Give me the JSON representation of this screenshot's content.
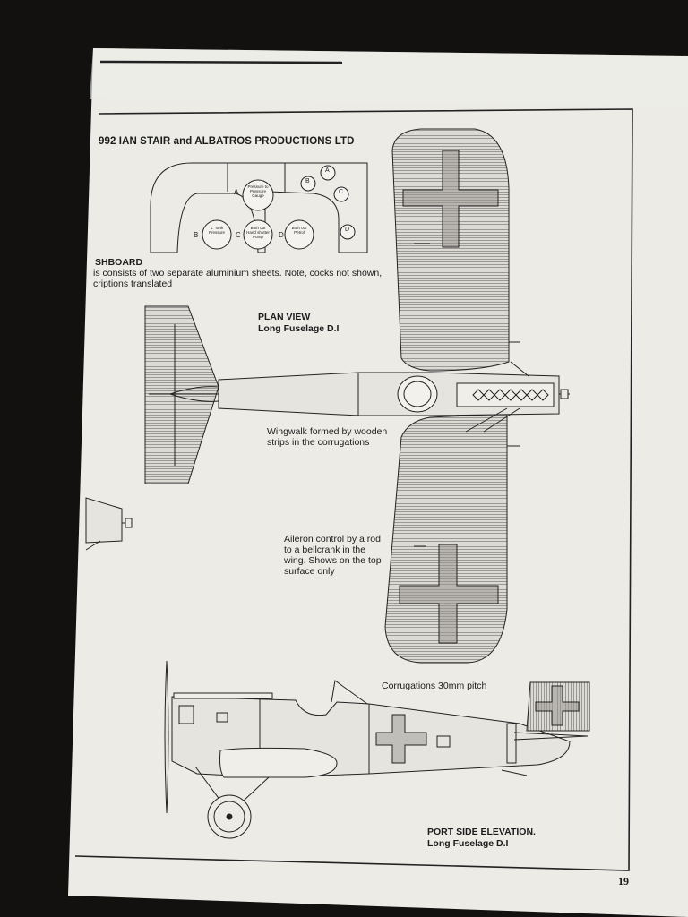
{
  "header": {
    "copyright": "992 IAN STAIR and ALBATROS PRODUCTIONS LTD"
  },
  "dashboard": {
    "title": "SHBOARD",
    "note_line1": "is consists of two separate aluminium sheets. Note, cocks not shown,",
    "note_line2": "criptions translated",
    "gauges": {
      "A_label": "A",
      "B_label": "B",
      "C_label": "C",
      "D_label": "D",
      "small_A": "A",
      "small_B": "B",
      "small_C": "C",
      "small_D": "D",
      "pressure_gauge_text": "Pressure to Pressure Gauge",
      "fuel_pump_text": "Both out Hand shutter Pump",
      "pressure_tank_text": "1. Tank Pressure",
      "petrol_text": "Both out Petrol"
    }
  },
  "plan_view": {
    "title": "PLAN VIEW",
    "subtitle": "Long Fuselage D.I"
  },
  "notes": {
    "wingwalk_line1": "Wingwalk formed by wooden",
    "wingwalk_line2": "strips in the corrugations",
    "aileron_line1": "Aileron control by a rod",
    "aileron_line2": "to a bellcrank in the",
    "aileron_line3": "wing. Shows on the top",
    "aileron_line4": "surface only",
    "corrugations": "Corrugations 30mm pitch"
  },
  "elevation": {
    "title": "PORT SIDE ELEVATION.",
    "subtitle": "Long Fuselage D.I"
  },
  "page_number": "19"
}
